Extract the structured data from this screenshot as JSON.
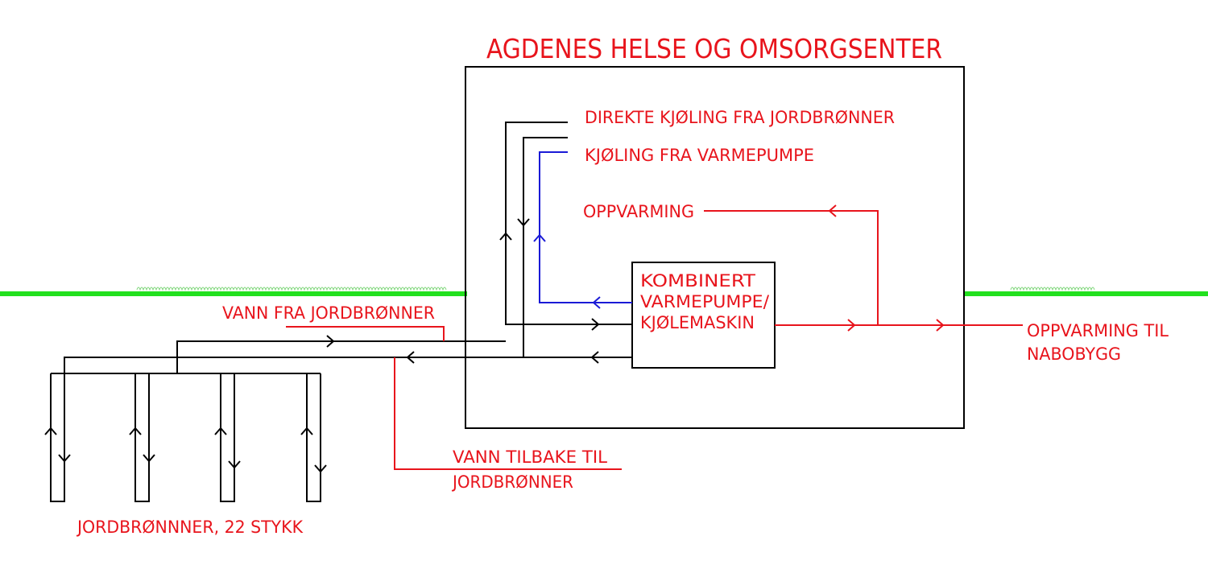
{
  "title": "AGDENES HELSE OG OMSORGSENTER",
  "labels": {
    "direct_cooling": "DIREKTE KJØLING FRA JORDBRØNNER",
    "heatpump_cooling": "KJØLING FRA VARMEPUMPE",
    "heating": "OPPVARMING",
    "unit_line1": "KOMBINERT",
    "unit_line2": "VARMEPUMPE/",
    "unit_line3": "KJØLEMASKIN",
    "water_from": "VANN FRA JORDBRØNNER",
    "water_return_line1": "VANN TILBAKE TIL",
    "water_return_line2": "JORDBRØNNER",
    "neighbor_line1": "OPPVARMING TIL",
    "neighbor_line2": "NABOBYGG",
    "wells": "JORDBRØNNNER, 22 STYKK"
  },
  "colors": {
    "text": "#e8141c",
    "ground": "#22e01e",
    "pipe": "#000000",
    "cooling_pipe": "#1a1ad6",
    "heating_pipe": "#e8141c"
  }
}
